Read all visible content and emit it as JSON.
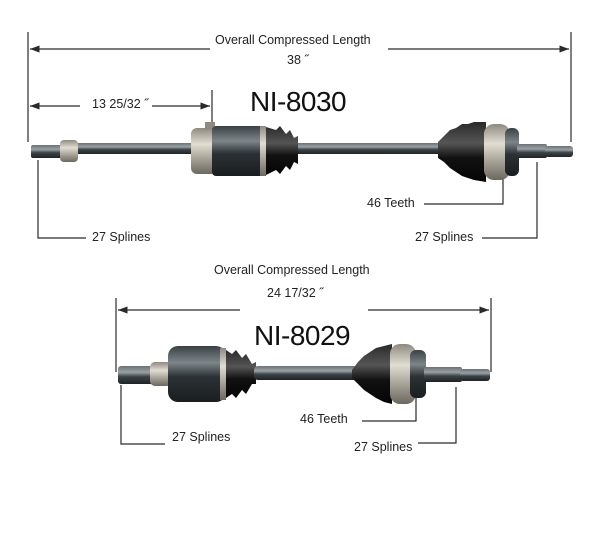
{
  "top_shaft": {
    "part_number": "NI-8030",
    "overall_label": "Overall Compressed Length",
    "overall_value": "38 ˝",
    "partial_value": "13 25/32 ˝",
    "teeth_label": "46 Teeth",
    "left_splines_label": "27 Splines",
    "right_splines_label": "27 Splines"
  },
  "bottom_shaft": {
    "part_number": "NI-8029",
    "overall_label": "Overall Compressed Length",
    "overall_value": "24 17/32 ˝",
    "teeth_label": "46 Teeth",
    "left_splines_label": "27 Splines",
    "right_splines_label": "27 Splines"
  },
  "colors": {
    "line": "#2a2a2a",
    "shaft_dark": "#2f3538",
    "shaft_mid": "#5a6266",
    "metal_light": "#c9c4b8",
    "boot": "#151515"
  }
}
